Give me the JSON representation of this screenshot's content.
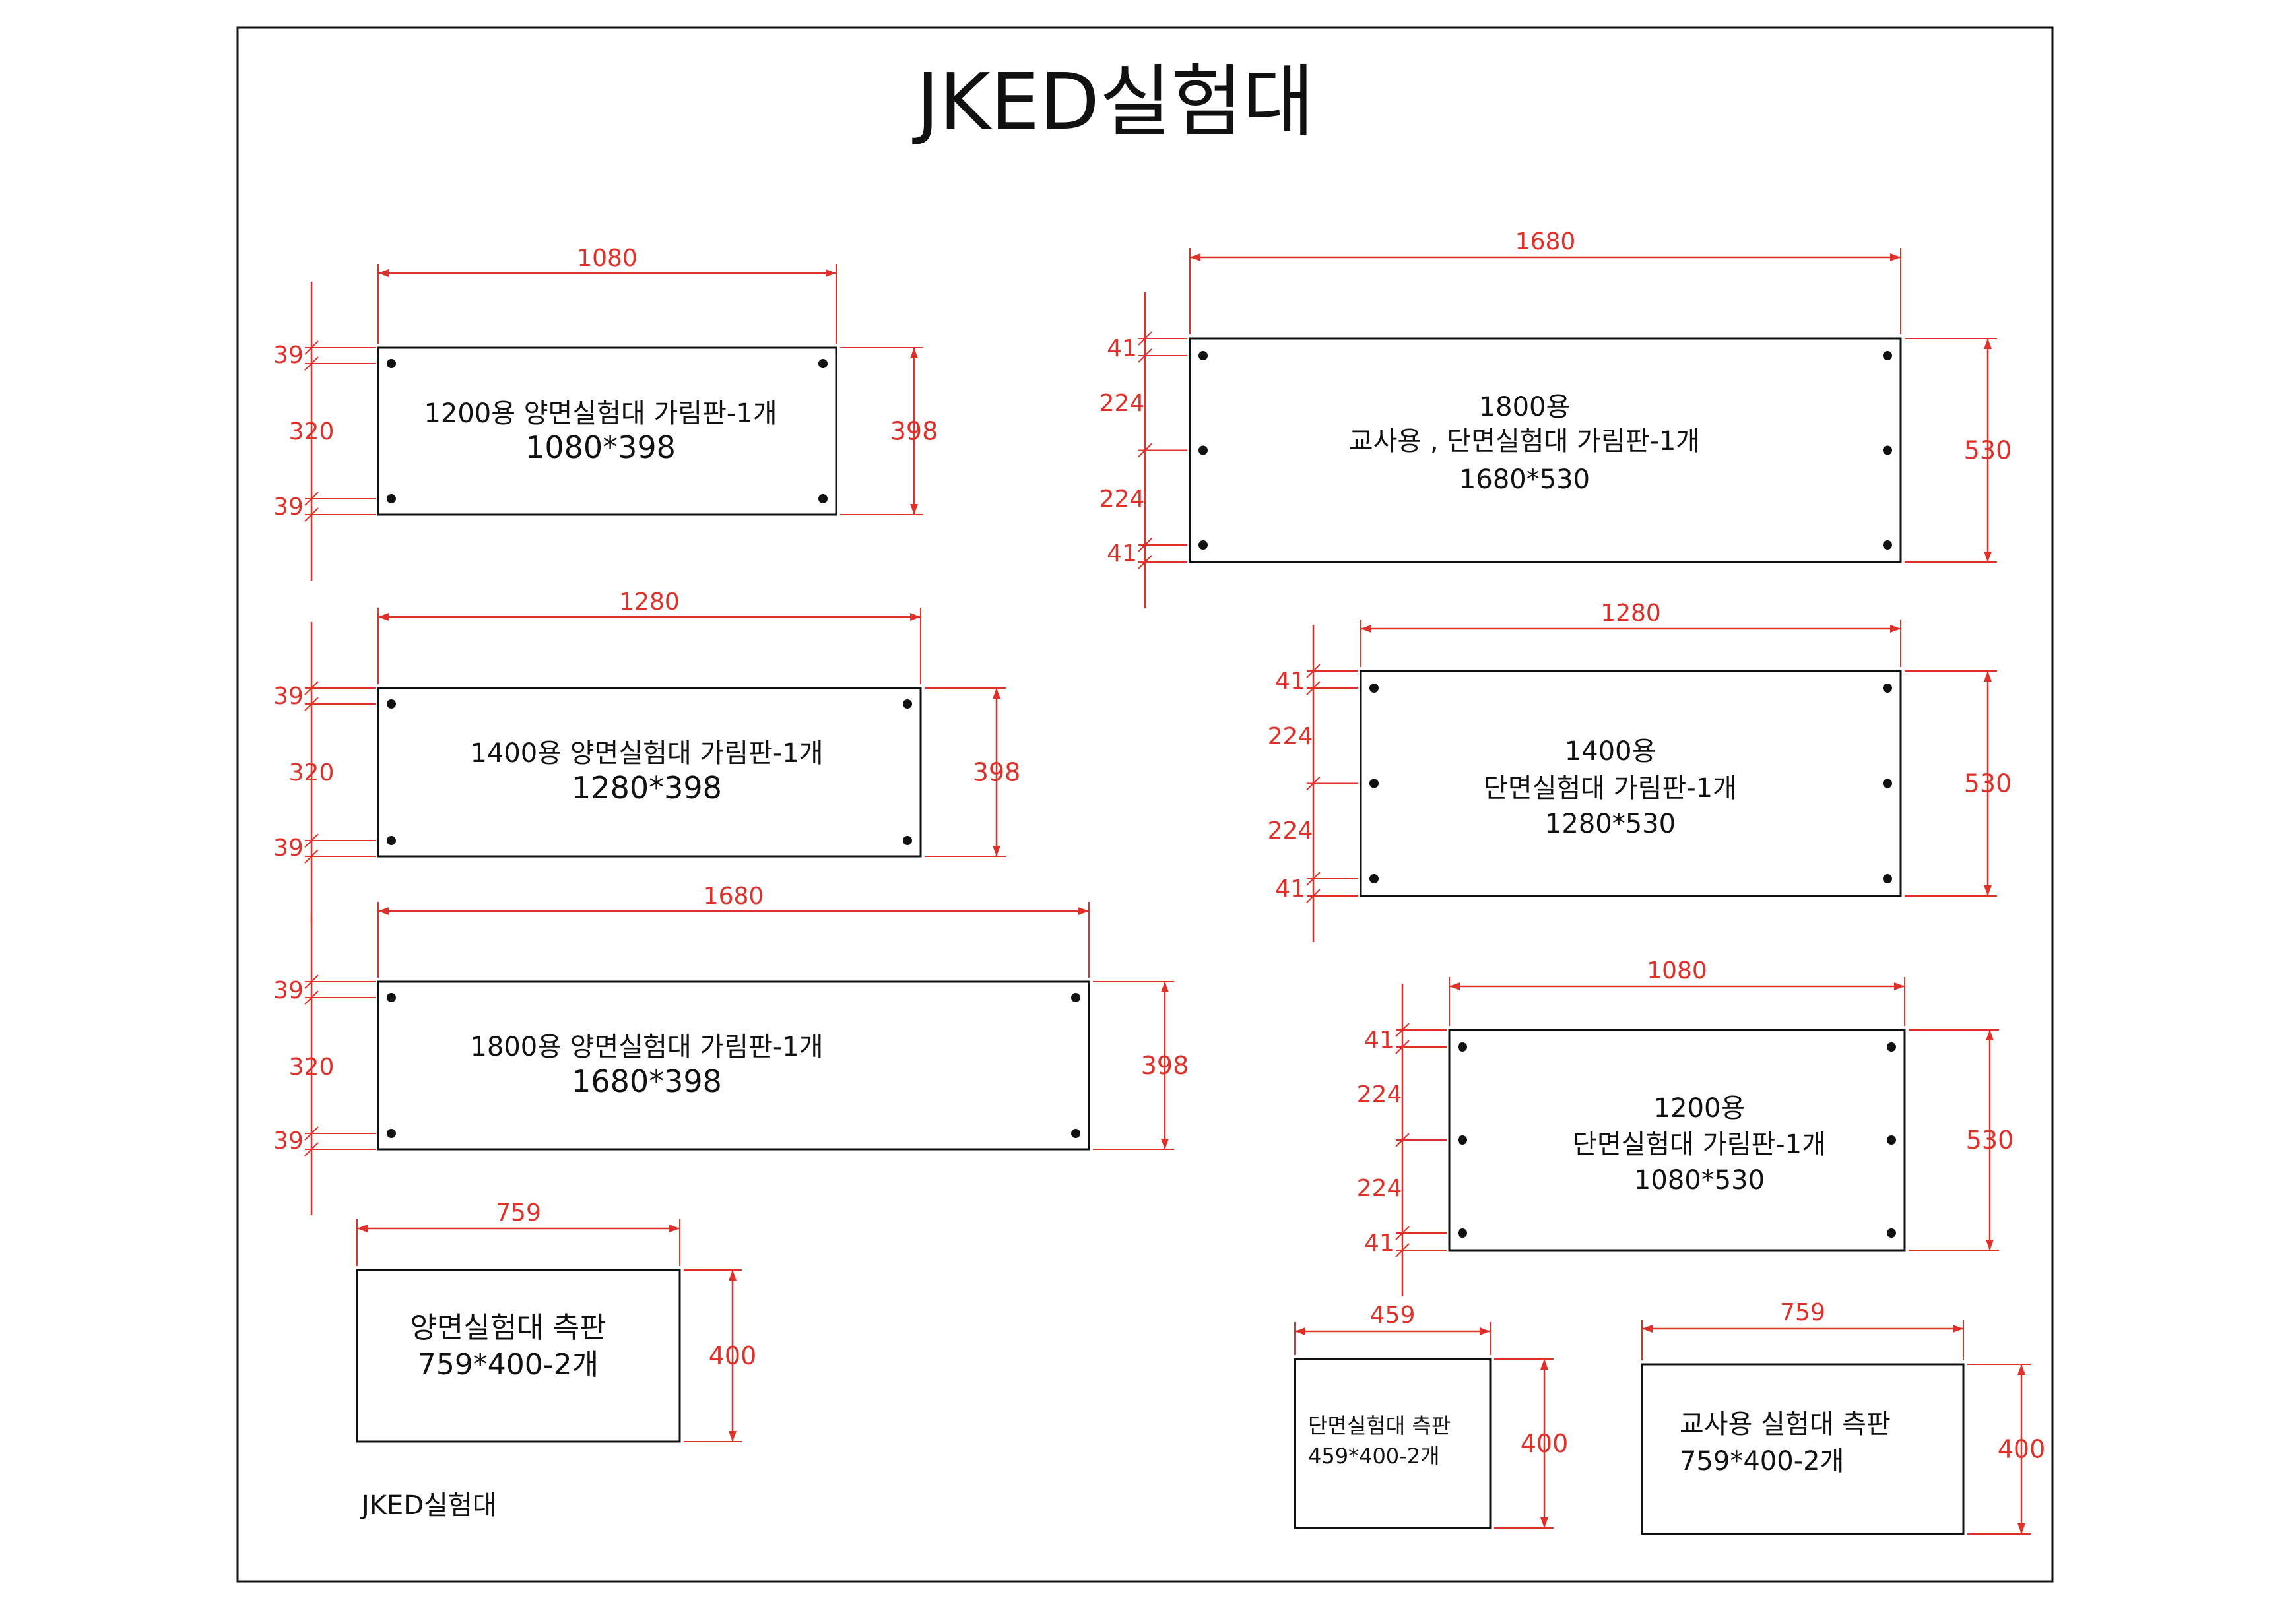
{
  "title": "JKED실험대",
  "footer_label": "JKED실험대",
  "colors": {
    "dimension": "#e0302a",
    "outline": "#111111",
    "background": "#ffffff"
  },
  "panels": [
    {
      "id": "double-1200",
      "lines": [
        "1200용 양면실험대 가림판-1개",
        "1080*398"
      ],
      "width_label": "1080",
      "height_label": "398",
      "side_labels": [
        "39",
        "320",
        "39"
      ]
    },
    {
      "id": "double-1400",
      "lines": [
        "1400용 양면실험대 가림판-1개",
        "1280*398"
      ],
      "width_label": "1280",
      "height_label": "398",
      "side_labels": [
        "39",
        "320",
        "39"
      ]
    },
    {
      "id": "double-1800",
      "lines": [
        "1800용 양면실험대 가림판-1개",
        "1680*398"
      ],
      "width_label": "1680",
      "height_label": "398",
      "side_labels": [
        "39",
        "320",
        "39"
      ]
    },
    {
      "id": "double-side",
      "lines": [
        "양면실험대 측판",
        "759*400-2개"
      ],
      "width_label": "759",
      "height_label": "400",
      "side_labels": []
    },
    {
      "id": "single-1800",
      "lines": [
        "1800용",
        "교사용 , 단면실험대 가림판-1개",
        "1680*530"
      ],
      "width_label": "1680",
      "height_label": "530",
      "side_labels": [
        "41",
        "224",
        "224",
        "41"
      ]
    },
    {
      "id": "single-1400",
      "lines": [
        "1400용",
        "단면실험대 가림판-1개",
        "1280*530"
      ],
      "width_label": "1280",
      "height_label": "530",
      "side_labels": [
        "41",
        "224",
        "224",
        "41"
      ]
    },
    {
      "id": "single-1200",
      "lines": [
        "1200용",
        "단면실험대 가림판-1개",
        "1080*530"
      ],
      "width_label": "1080",
      "height_label": "530",
      "side_labels": [
        "41",
        "224",
        "224",
        "41"
      ]
    },
    {
      "id": "single-side",
      "lines": [
        "단면실험대 측판",
        "459*400-2개"
      ],
      "width_label": "459",
      "height_label": "400",
      "side_labels": []
    },
    {
      "id": "teacher-side",
      "lines": [
        "교사용 실험대 측판",
        "759*400-2개"
      ],
      "width_label": "759",
      "height_label": "400",
      "side_labels": []
    }
  ]
}
